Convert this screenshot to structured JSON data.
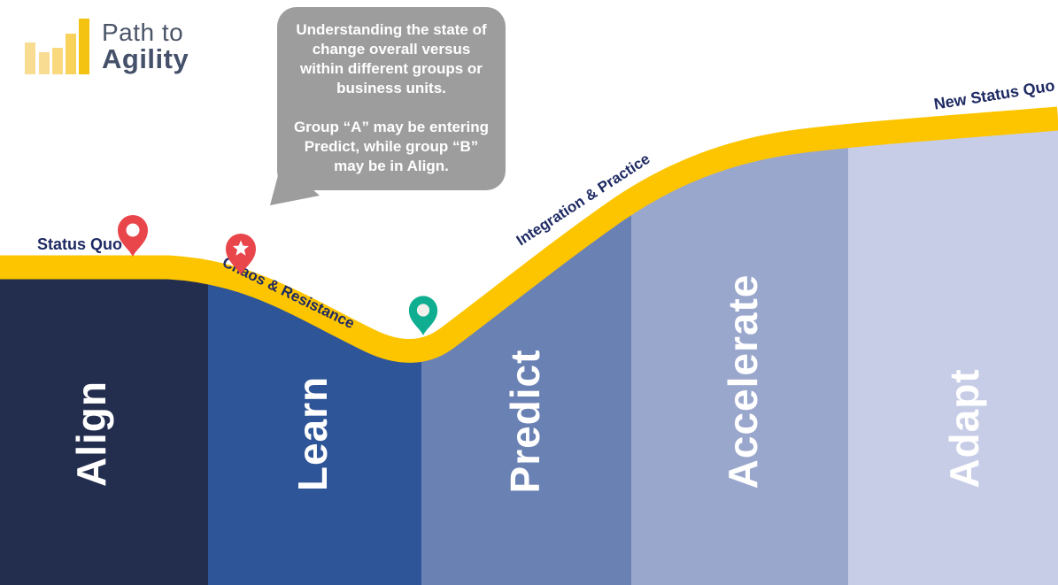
{
  "logo": {
    "title_line1": "Path to",
    "title_line2": "Agility",
    "bars_icon_colors": [
      "#f8dc92",
      "#f8dc92",
      "#f9d87e",
      "#f9d25c",
      "#f4c211"
    ]
  },
  "speech_bubble": {
    "paragraph1": "Understanding the state of change overall versus within different groups or business units.",
    "paragraph2": "Group “A” may be entering Predict, while group “B” may be in Align."
  },
  "curve_labels": {
    "status_quo": "Status Quo",
    "chaos": "Chaos & Resistance",
    "integration": "Integration & Practice",
    "new_status_quo": "New Status Quo"
  },
  "stages": [
    {
      "label": "Align",
      "color": "#232e4f"
    },
    {
      "label": "Learn",
      "color": "#2e5597"
    },
    {
      "label": "Predict",
      "color": "#6a81b4"
    },
    {
      "label": "Accelerate",
      "color": "#9aa7cd"
    },
    {
      "label": "Adapt",
      "color": "#c7cde6"
    }
  ],
  "pins": [
    {
      "name": "status-quo-pin",
      "glyph": "circle",
      "color": "#e8464b"
    },
    {
      "name": "resistance-pin",
      "glyph": "star",
      "color": "#e8464b"
    },
    {
      "name": "valley-pin",
      "glyph": "circle",
      "color": "#0fae91"
    }
  ],
  "colors": {
    "curve": "#fdc500",
    "label_text": "#1e2a63",
    "bubble_bg": "#9d9d9d"
  }
}
